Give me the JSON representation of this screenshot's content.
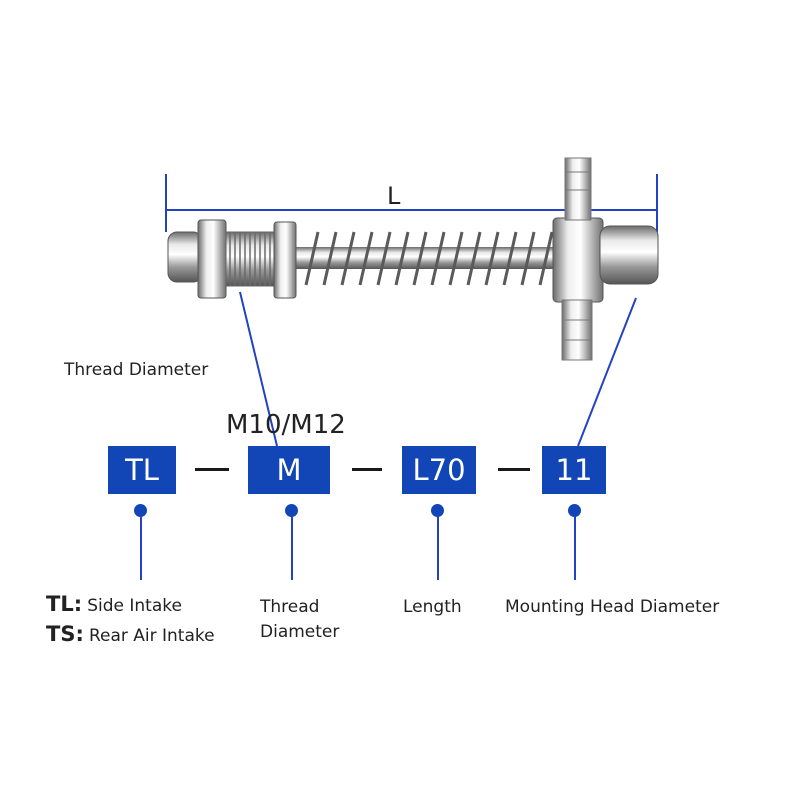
{
  "dimension": {
    "label": "L"
  },
  "callout": {
    "thread_diameter": "Thread Diameter",
    "thread_sizes": "M10/M12"
  },
  "code": [
    {
      "text": "TL"
    },
    {
      "text": "M"
    },
    {
      "text": "L70"
    },
    {
      "text": "11"
    }
  ],
  "legend": {
    "tl_prefix": "TL:",
    "tl_desc": "Side Intake",
    "ts_prefix": "TS:",
    "ts_desc": "Rear Air Intake",
    "thread_line1": "Thread",
    "thread_line2": "Diameter",
    "length": "Length",
    "mounting": "Mounting Head Diameter"
  },
  "colors": {
    "accent": "#1245b5",
    "line": "#2343c2",
    "metal_light": "#f2f2f2",
    "metal_dark": "#6e6e6e",
    "text": "#222222"
  }
}
